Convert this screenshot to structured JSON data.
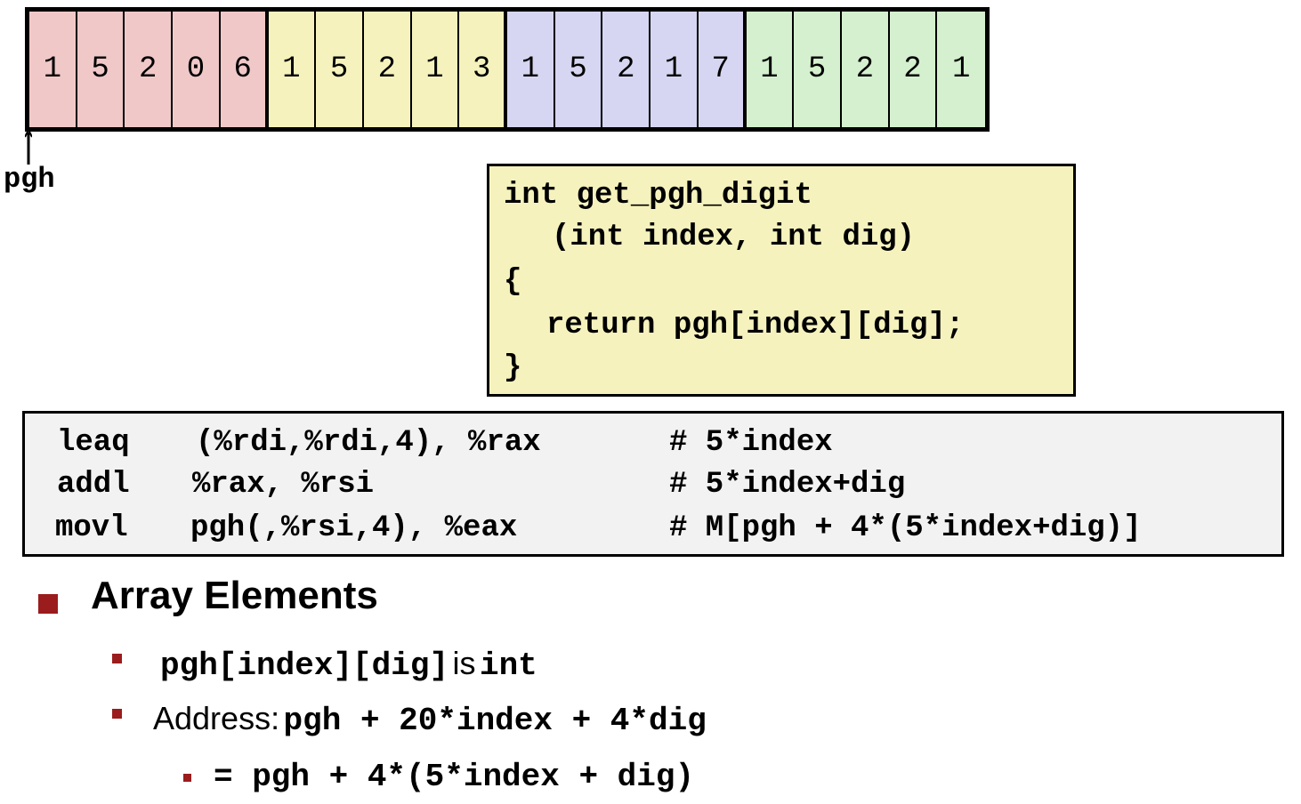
{
  "array": {
    "groups": [
      {
        "color": "#f0c8c8",
        "digits": [
          "1",
          "5",
          "2",
          "0",
          "6"
        ]
      },
      {
        "color": "#f5f2bd",
        "digits": [
          "1",
          "5",
          "2",
          "1",
          "3"
        ]
      },
      {
        "color": "#d6d6f2",
        "digits": [
          "1",
          "5",
          "2",
          "1",
          "7"
        ]
      },
      {
        "color": "#d4f0ce",
        "digits": [
          "1",
          "5",
          "2",
          "2",
          "1"
        ]
      }
    ],
    "pointer_label": "pgh"
  },
  "code": {
    "line1": "int get_pgh_digit",
    "line2": "(int index, int dig)",
    "line3": "{",
    "line4": "return pgh[index][dig];",
    "line5": "}"
  },
  "asm": {
    "rows": [
      {
        "op": "leaq",
        "args": "(%rdi,%rdi,4), %rax",
        "comment": "# 5*index"
      },
      {
        "op": "addl",
        "args": "%rax, %rsi",
        "comment": "# 5*index+dig"
      },
      {
        "op": "movl",
        "args": "pgh(,%rsi,4), %eax",
        "comment": "# M[pgh + 4*(5*index+dig)]"
      }
    ]
  },
  "bullets": {
    "heading": "Array Elements",
    "b1_code": "pgh[index][dig]",
    "b1_text": "is",
    "b1_type": "int",
    "b2_label": "Address:",
    "b2_expr": "pgh + 20*index + 4*dig",
    "b3_expr": "= pgh + 4*(5*index + dig)"
  }
}
